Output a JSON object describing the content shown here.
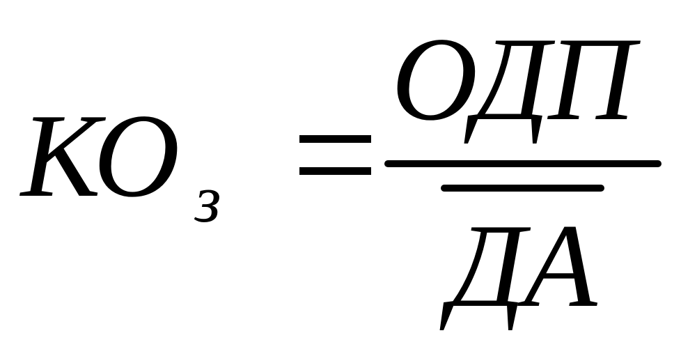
{
  "formula": {
    "lhs": "КО",
    "lhs_subscript": "з",
    "equals_sign": "=",
    "numerator": "ОДП",
    "denominator": "ДА"
  }
}
